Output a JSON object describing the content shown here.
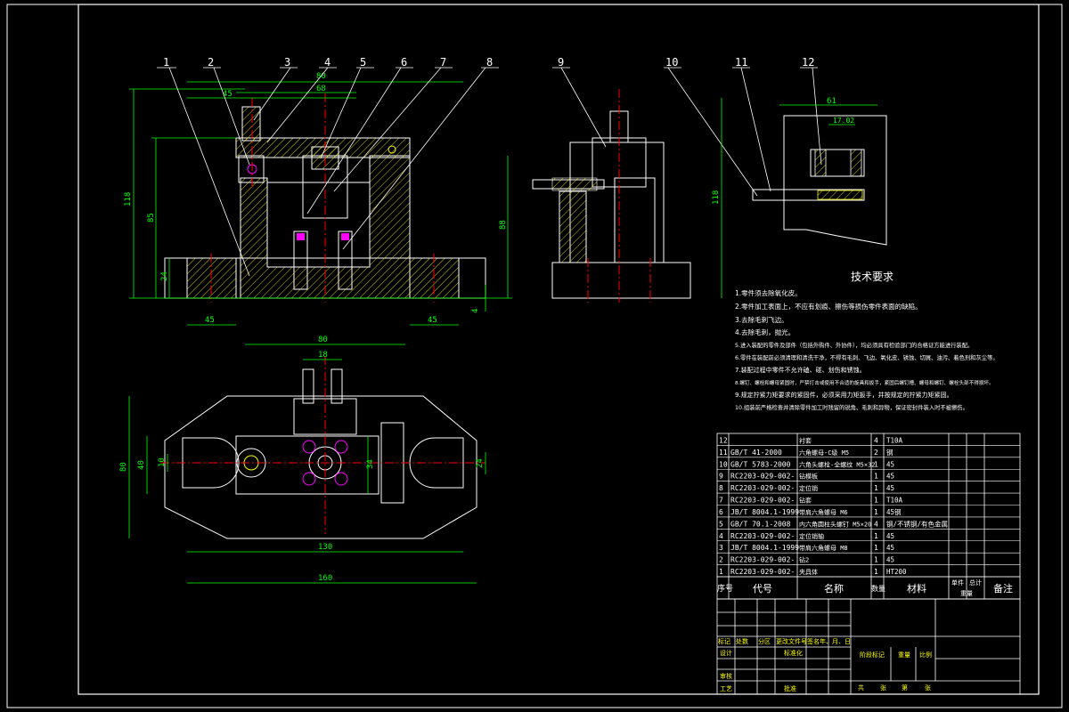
{
  "balloons": [
    "1",
    "2",
    "3",
    "4",
    "5",
    "6",
    "7",
    "8",
    "9",
    "10",
    "11",
    "12"
  ],
  "dims": {
    "front_80": "80",
    "front_45_top": "45",
    "front_68": "68",
    "front_118": "118",
    "front_85": "85",
    "front_24": "24",
    "front_88": "88",
    "front_45_left": "45",
    "front_45_right": "45",
    "front_4": "4",
    "side_118": "118",
    "detail_61": "61",
    "detail_17": "17.02",
    "top_80": "80",
    "top_18": "18",
    "top_80_left": "80",
    "top_40": "40",
    "top_10": "10",
    "top_34": "34",
    "top_24": "24",
    "top_130": "130",
    "top_160": "160"
  },
  "notes": {
    "title": "技术要求",
    "items": [
      "1.零件须去除氧化皮。",
      "2.零件加工表面上，不应有划痕、擦伤等损伤零件表面的缺陷。",
      "3.去除毛刺飞边。",
      "4.去除毛刺，抛光。",
      "5.进入装配的零件及部件（包括外购件、外协件），均必须具有检验部门的合格证方能进行装配。",
      "6.零件在装配前必须清理和清洗干净，不得有毛刺、飞边、氧化皮、锈蚀、切屑、油污、着色剂和灰尘等。",
      "7.装配过程中零件不允许磕、碰、划伤和锈蚀。",
      "8.螺钉、螺栓和螺母紧固时，严禁打击或使用不合适的旋具和扳手，紧固后螺钉槽、螺母和螺钉、螺栓头部不得损坏。",
      "9.规定拧紧力矩要求的紧固件，必须采用力矩扳手，并按规定的拧紧力矩紧固。",
      "10.组装前严格检查并清除零件加工时残留的锐角、毛刺和异物，保证密封件装入时不被擦伤。"
    ]
  },
  "bom": {
    "rows": [
      {
        "no": "12",
        "code": "",
        "name": "衬套",
        "qty": "4",
        "material": "T10A"
      },
      {
        "no": "11",
        "code": "GB/T 41-2000",
        "name": "六角螺母-C级 M5",
        "qty": "2",
        "material": "钢"
      },
      {
        "no": "10",
        "code": "GB/T 5783-2000",
        "name": "六角头螺栓-全螺纹 M5×32",
        "qty": "1",
        "material": "45"
      },
      {
        "no": "9",
        "code": "RC2203-029-002-",
        "name": "钻模板",
        "qty": "1",
        "material": "45"
      },
      {
        "no": "8",
        "code": "RC2203-029-002-",
        "name": "定位销",
        "qty": "1",
        "material": "45"
      },
      {
        "no": "7",
        "code": "RC2203-029-002-",
        "name": "钻套",
        "qty": "1",
        "material": "T10A"
      },
      {
        "no": "6",
        "code": "JB/T 8004.1-1999",
        "name": "带肩六角螺母 M6",
        "qty": "1",
        "material": "45钢"
      },
      {
        "no": "5",
        "code": "GB/T 70.1-2008",
        "name": "内六角圆柱头螺钉 M5×20",
        "qty": "4",
        "material": "钢/不锈钢/有色金属"
      },
      {
        "no": "4",
        "code": "RC2203-029-002-",
        "name": "定位销轴",
        "qty": "1",
        "material": "45"
      },
      {
        "no": "3",
        "code": "JB/T 8004.1-1999",
        "name": "带肩六角螺母 M8",
        "qty": "1",
        "material": "45"
      },
      {
        "no": "2",
        "code": "RC2203-029-002-",
        "name": "钻2",
        "qty": "1",
        "material": "45"
      },
      {
        "no": "1",
        "code": "RC2203-029-002-",
        "name": "夹具体",
        "qty": "1",
        "material": "HT200"
      }
    ],
    "header": {
      "no": "序号",
      "code": "代号",
      "name": "名称",
      "qty": "数量",
      "material": "材料",
      "single": "单件",
      "total": "总计",
      "weight": "重量",
      "remark": "备注"
    }
  },
  "title_block": {
    "row1": [
      "标记",
      "处数",
      "分区",
      "更改文件号",
      "签名",
      "年、月、日"
    ],
    "design": "设计",
    "standard": "标准化",
    "review": "审核",
    "process": "工艺",
    "approve": "批准",
    "stage": "阶段标记",
    "weight": "重量",
    "scale": "比例",
    "sheets": [
      "共",
      "张",
      "第",
      "张"
    ]
  },
  "colors": {
    "background": "#000000",
    "outline": "#ffffff",
    "dimension": "#00ff00",
    "hatch": "#ffff00",
    "center": "#ff0000",
    "text": "#ffffff",
    "magenta": "#ff00ff"
  }
}
